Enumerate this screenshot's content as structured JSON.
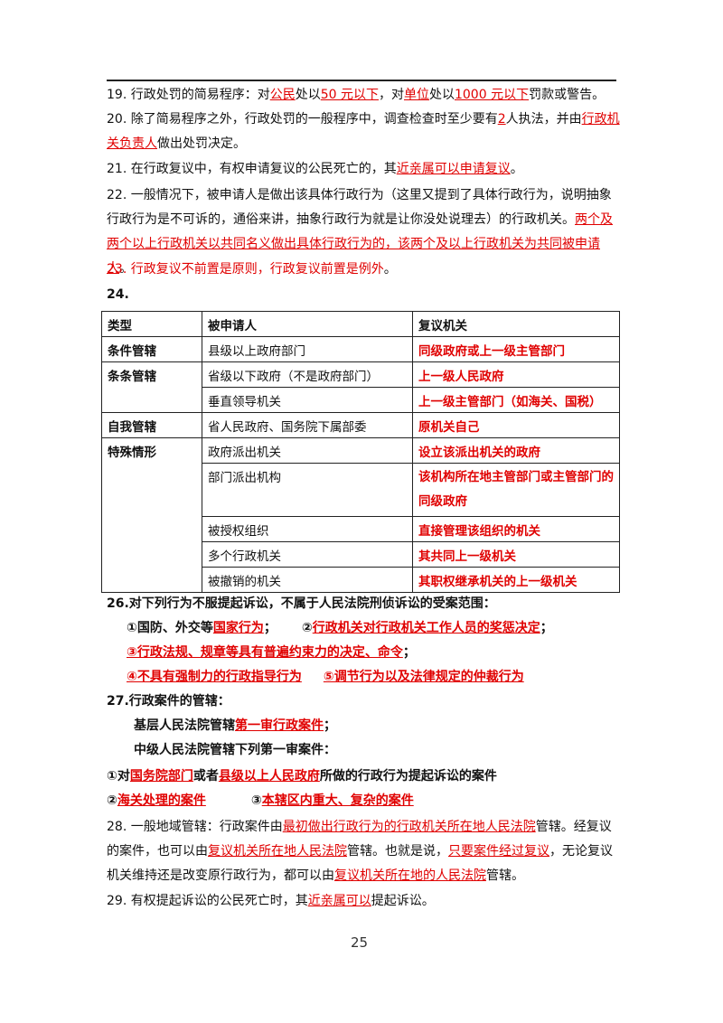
{
  "items": {
    "q19": [
      "19. 行政处罚的简易程序：对",
      "公民",
      "处以",
      "50 元以下",
      "，对",
      "单位",
      "处以",
      "1000 元以下",
      "罚款或警告。"
    ],
    "q20": [
      "20. 除了简易程序之外，行政处罚的一般程序中，调查检查时至少要有",
      "2",
      "人执法，并由",
      "行政机关负责人",
      "做出处罚决定。"
    ],
    "q21": [
      "21. 在行政复议中，有权申请复议的公民死亡的，其",
      "近亲属可以申请复议",
      "。"
    ],
    "q22": [
      "22. 一般情况下，被申请人是做出该具体行政行为（这里又提到了具体行政行为，说明抽象行政行为是不可诉的，通俗来讲，抽象行政行为就是让你没处说理去）的行政机关。",
      "两个及两个以上行政机关以共同名义做出具体行政行为的，该两个及以上行政机关为共同被申请人",
      "。"
    ],
    "q23": [
      "23.  ",
      "行政复议不前置是原则，行政复议前置是例外",
      "。"
    ],
    "q24": "24.",
    "q26_title": "26.对下列行为不服提起诉讼，不属于人民法院刑侦诉讼的受案范围：",
    "q26_a": [
      "①国防、外交等",
      "国家行为",
      "；",
      "②",
      "行政机关对行政机关工作人员的奖惩决定",
      "；"
    ],
    "q26_b": [
      "③行政法规、规章等具有普遍约束力的决定、命令",
      "；"
    ],
    "q26_c": [
      "④不具有强制力的行政指导行为",
      "⑤调节行为以及法律规定的仲裁行为"
    ],
    "q27_title": "27.行政案件的管辖：",
    "q27_a": [
      "基层人民法院管辖",
      "第一审行政案件",
      "；"
    ],
    "q27_b": "中级人民法院管辖下列第一审案件：",
    "q27_c": [
      "①对",
      "国务院部门",
      "或者",
      "县级以上人民政府",
      "所做的行政行为提起诉讼的案件"
    ],
    "q27_d": [
      "②",
      "海关处理的案件",
      "③",
      "本辖区内重大、复杂的案件"
    ],
    "q28": [
      "28. 一般地域管辖：行政案件由",
      "最初做出行政行为的行政机关所在地人民法院",
      "管辖。经复议的案件，也可以由",
      "复议机关所在地人民法院",
      "管辖。也就是说，",
      "只要案件经过复议",
      "，无论复议机关维持还是改变原行政行为，都可以由",
      "复议机关所在地的人民法院",
      "管辖。"
    ],
    "q29": [
      "29. 有权提起诉讼的公民死亡时，其",
      "近亲属可以",
      "提起诉讼。"
    ]
  },
  "table": {
    "headers": [
      "类型",
      "被申请人",
      "复议机关"
    ],
    "rows": [
      [
        "条件管辖",
        "县级以上政府部门",
        "同级政府或上一级主管部门"
      ],
      [
        "条条管辖",
        "省级以下政府（不是政府部门）",
        "上一级人民政府"
      ],
      [
        "",
        "垂直领导机关",
        "上一级主管部门（如海关、国税）"
      ],
      [
        "自我管辖",
        "省人民政府、国务院下属部委",
        "原机关自己"
      ],
      [
        "特殊情形",
        "政府派出机关",
        "设立该派出机关的政府"
      ],
      [
        "",
        "部门派出机构",
        "该机构所在地主管部门或主管部门的同级政府"
      ],
      [
        "",
        "被授权组织",
        "直接管理该组织的机关"
      ],
      [
        "",
        "多个行政机关",
        "其共同上一级机关"
      ],
      [
        "",
        "被撤销的机关",
        "其职权继承机关的上一级机关"
      ]
    ]
  },
  "page_number": "25",
  "colors": {
    "highlight": "#e00000",
    "text": "#111111"
  }
}
